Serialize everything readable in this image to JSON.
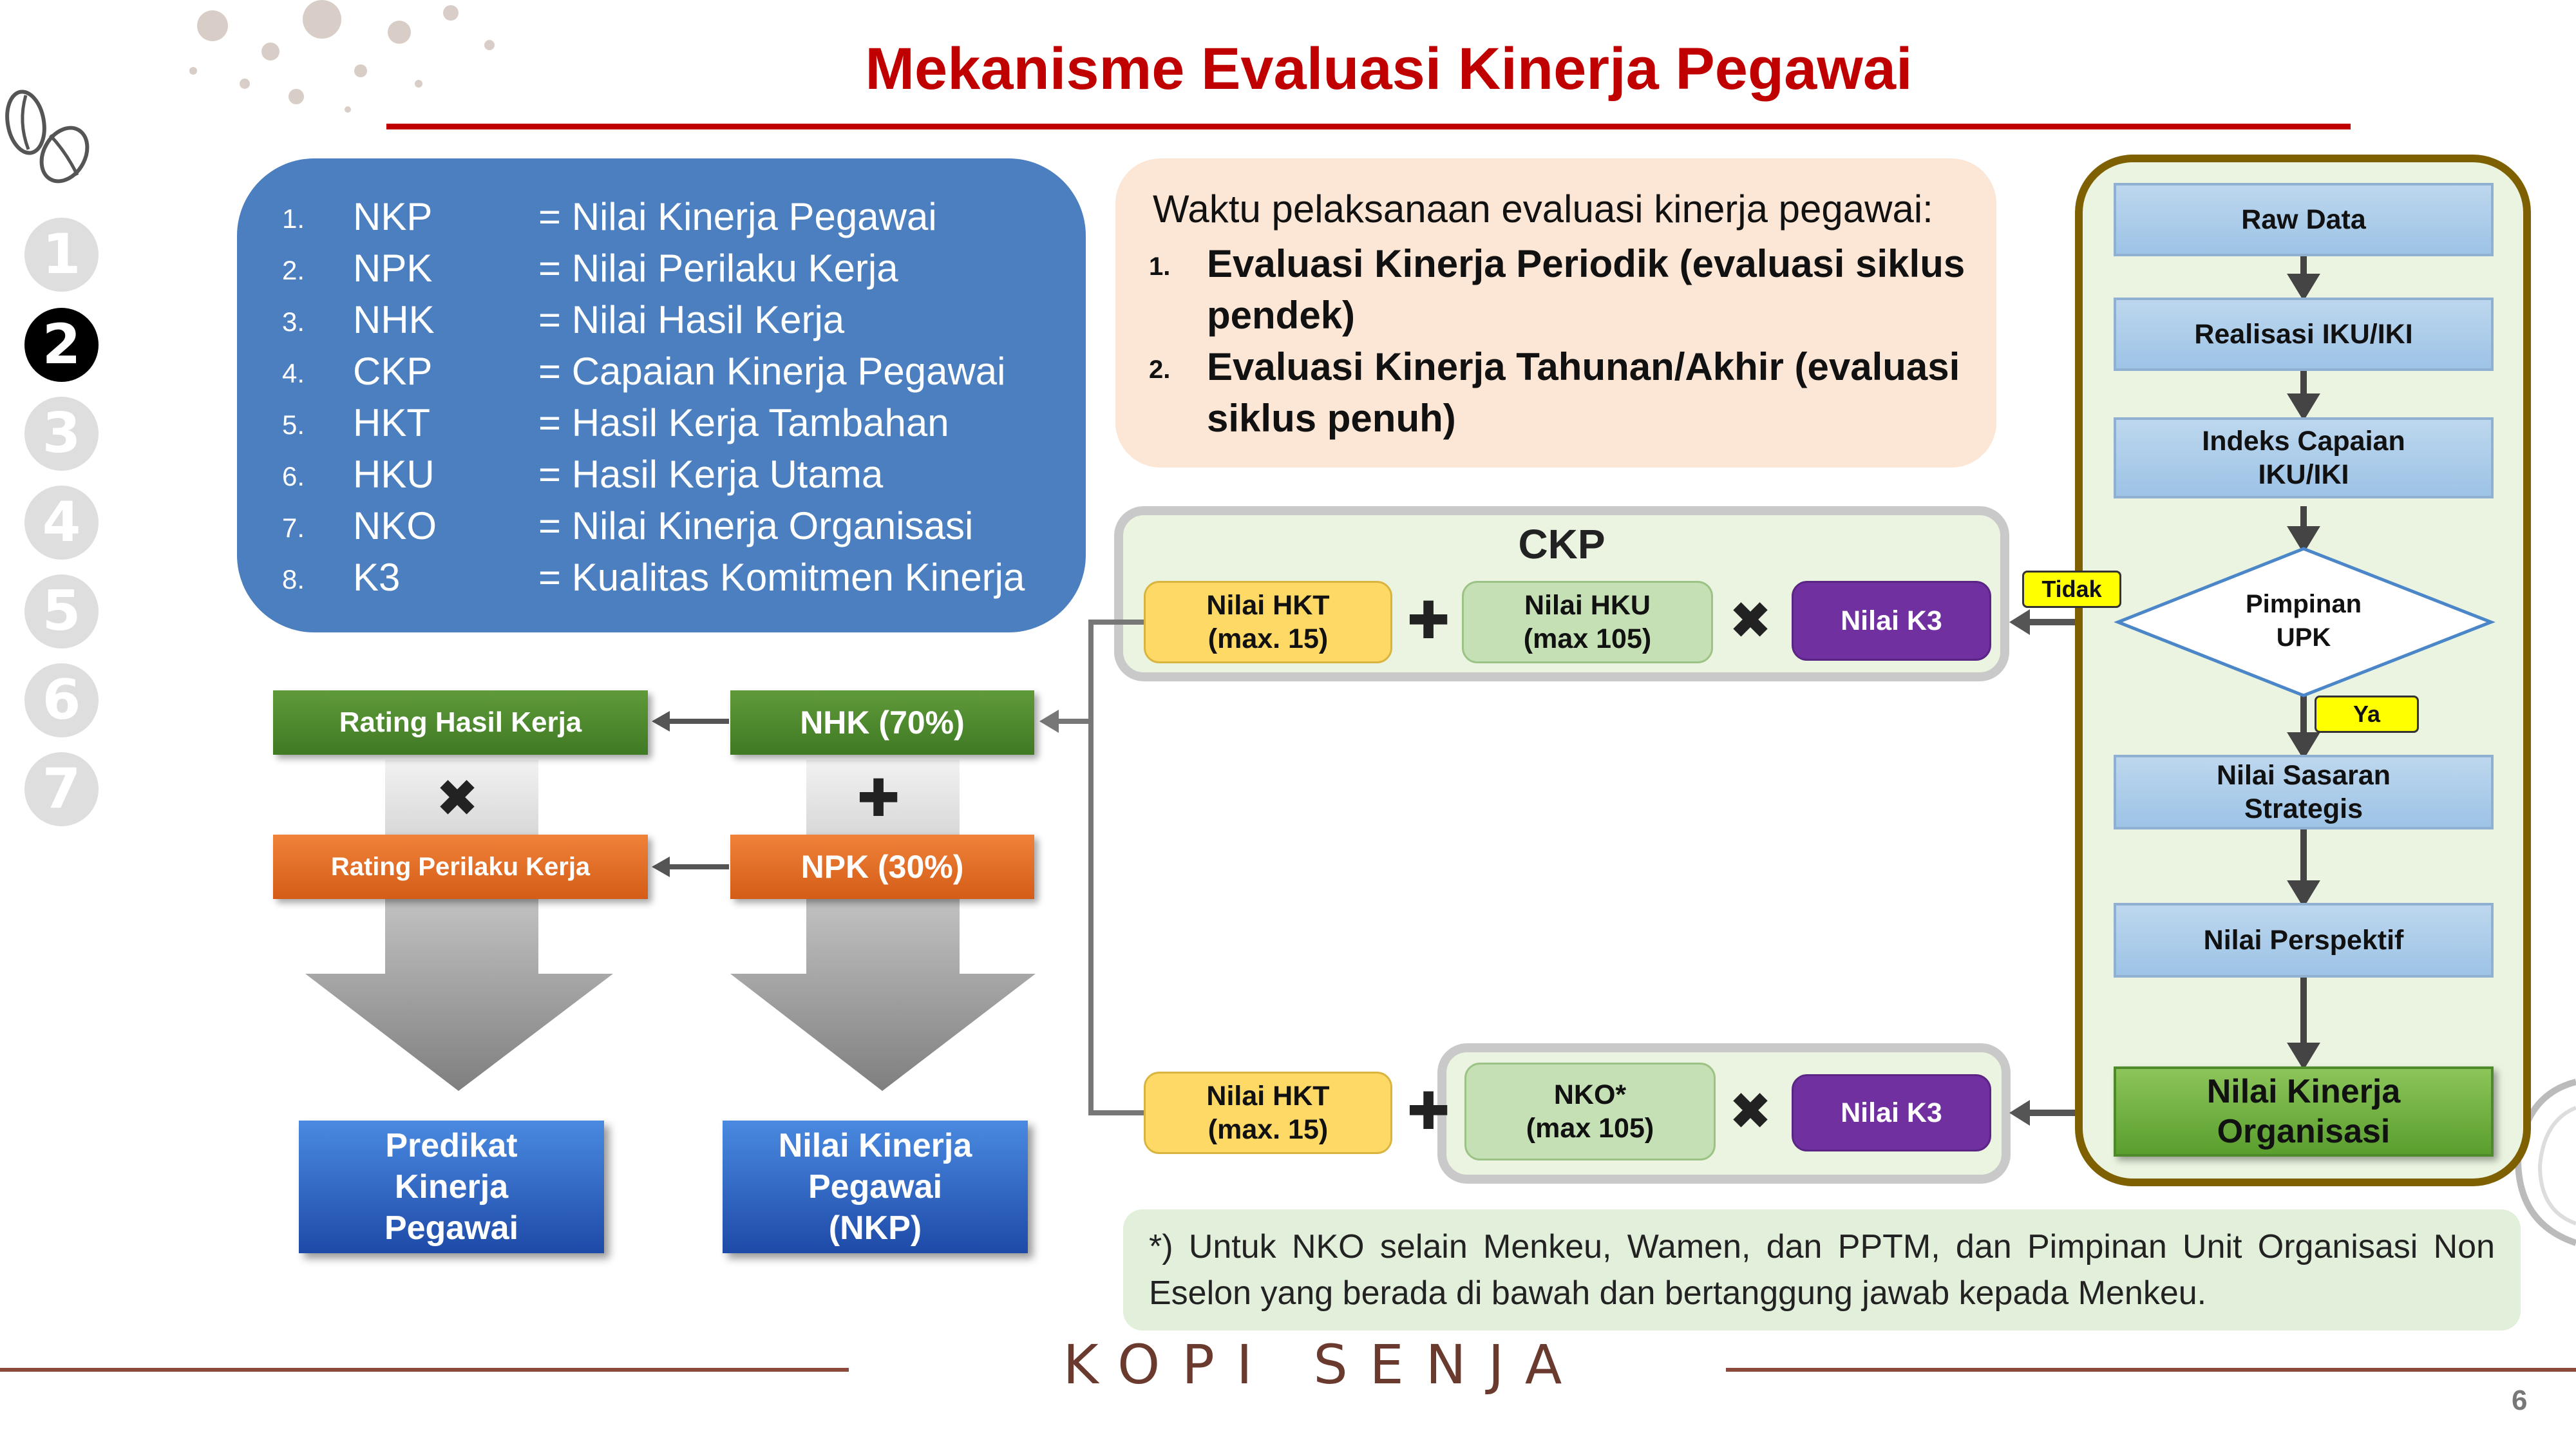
{
  "title": "Mekanisme Evaluasi Kinerja Pegawai",
  "side_numbers": [
    "1",
    "2",
    "3",
    "4",
    "5",
    "6",
    "7"
  ],
  "active_number": "2",
  "abbreviations": [
    {
      "num": "1.",
      "abbr": "NKP",
      "def": "= Nilai Kinerja Pegawai"
    },
    {
      "num": "2.",
      "abbr": "NPK",
      "def": "= Nilai Perilaku Kerja"
    },
    {
      "num": "3.",
      "abbr": "NHK",
      "def": "= Nilai Hasil Kerja"
    },
    {
      "num": "4.",
      "abbr": "CKP",
      "def": "= Capaian Kinerja Pegawai"
    },
    {
      "num": "5.",
      "abbr": "HKT",
      "def": "= Hasil Kerja Tambahan"
    },
    {
      "num": "6.",
      "abbr": "HKU",
      "def": "= Hasil Kerja Utama"
    },
    {
      "num": "7.",
      "abbr": "NKO",
      "def": "= Nilai Kinerja Organisasi"
    },
    {
      "num": "8.",
      "abbr": "K3",
      "def": "= Kualitas Komitmen Kinerja"
    }
  ],
  "timing": {
    "lead": "Waktu pelaksanaan evaluasi kinerja pegawai:",
    "items": [
      {
        "num": "1.",
        "text": "Evaluasi Kinerja Periodik (evaluasi siklus pendek)"
      },
      {
        "num": "2.",
        "text": "Evaluasi Kinerja Tahunan/Akhir (evaluasi siklus penuh)"
      }
    ]
  },
  "ckp": {
    "title": "CKP",
    "hkt": "Nilai HKT\n(max. 15)",
    "hku": "Nilai HKU\n(max 105)",
    "k3": "Nilai K3",
    "plus": "✚",
    "times": "✖"
  },
  "nko_row": {
    "hkt": "Nilai HKT\n(max. 15)",
    "nko": "NKO*\n(max 105)",
    "k3": "Nilai K3",
    "plus": "✚",
    "times": "✖"
  },
  "left_flow": {
    "rating_hasil": "Rating Hasil Kerja",
    "nhk": "NHK (70%)",
    "rating_perilaku": "Rating Perilaku Kerja",
    "npk": "NPK (30%)",
    "times": "✖",
    "plus": "✚",
    "predikat": "Predikat\nKinerja\nPegawai",
    "nkp": "Nilai Kinerja\nPegawai\n(NKP)"
  },
  "right_flow": {
    "raw_data": "Raw Data",
    "realisasi": "Realisasi IKU/IKI",
    "indeks": "Indeks Capaian\nIKU/IKI",
    "pimpinan": "Pimpinan\nUPK",
    "tidak": "Tidak",
    "ya": "Ya",
    "sasaran": "Nilai Sasaran\nStrategis",
    "perspektif": "Nilai Perspektif",
    "nko": "Nilai Kinerja\nOrganisasi"
  },
  "note": "*) Untuk NKO selain Menkeu, Wamen, dan PPTM, dan Pimpinan Unit Organisasi Non Eselon yang berada di bawah dan bertanggung jawab kepada Menkeu.",
  "footer": "KOPI SENJA",
  "page_number": "6",
  "colors": {
    "title_red": "#c00000",
    "abbr_blue": "#4c7fbf",
    "yellow": "#ffd966",
    "purple": "#7030a0",
    "dark_green": "#4a8a2c",
    "orange": "#e46c1f",
    "flow_blue": "#bdd7ee",
    "nko_green": "#70ad47",
    "olive_border": "#7f6000"
  }
}
